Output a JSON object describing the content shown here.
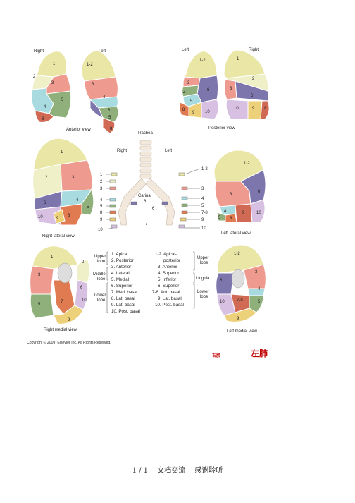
{
  "figure": {
    "anterior": {
      "right": "Right",
      "left": "Left",
      "caption": "Anterior view"
    },
    "posterior": {
      "left": "Left",
      "right": "Right",
      "caption": "Posterior view"
    },
    "trachea": {
      "title": "Trachea",
      "right": "Right",
      "left": "Left",
      "carina": "Carina"
    },
    "right_lateral_caption": "Right lateral view",
    "left_lateral_caption": "Left lateral view",
    "right_medial_caption": "Right medial view",
    "left_medial_caption": "Left medial view",
    "right_lobes": {
      "upper": "Upper lobe",
      "middle": "Middle lobe",
      "lower": "Lower lobe",
      "segments": [
        "1. Apical",
        "2. Posterior",
        "3. Anterior",
        "4. Lateral",
        "5. Medial",
        "6. Superior",
        "7. Med. basal",
        "8. Lat. basal",
        "9. Lat. basal",
        "10. Post. basal"
      ]
    },
    "left_lobes": {
      "upper": "Upper lobe",
      "lingula": "Lingula",
      "lower": "Lower lobe",
      "segments": [
        "1-2. Apical-posterior",
        "3. Anterior",
        "4. Superior",
        "5. Inferior",
        "6. Superior",
        "7-8. Ant. basal",
        "9. Lat. basal",
        "10. Post. basal"
      ]
    },
    "copyright": "Copyright © 2009, Elsevier Inc. All Rights Reserved.",
    "colors": {
      "c1": "#e9e6a6",
      "c2": "#efefc8",
      "c3": "#ee9a8e",
      "c4": "#a8dbe0",
      "c5": "#8fb07a",
      "c6": "#7c76ad",
      "c7": "#e07a50",
      "c8": "#d06a55",
      "c9": "#edd07a",
      "c10": "#d8c0e2"
    }
  },
  "labels": {
    "right_lung": "右肺",
    "left_lung": "左肺"
  },
  "footer": {
    "page": "1 / 1",
    "text1": "文档交流",
    "text2": "感谢聆听"
  }
}
